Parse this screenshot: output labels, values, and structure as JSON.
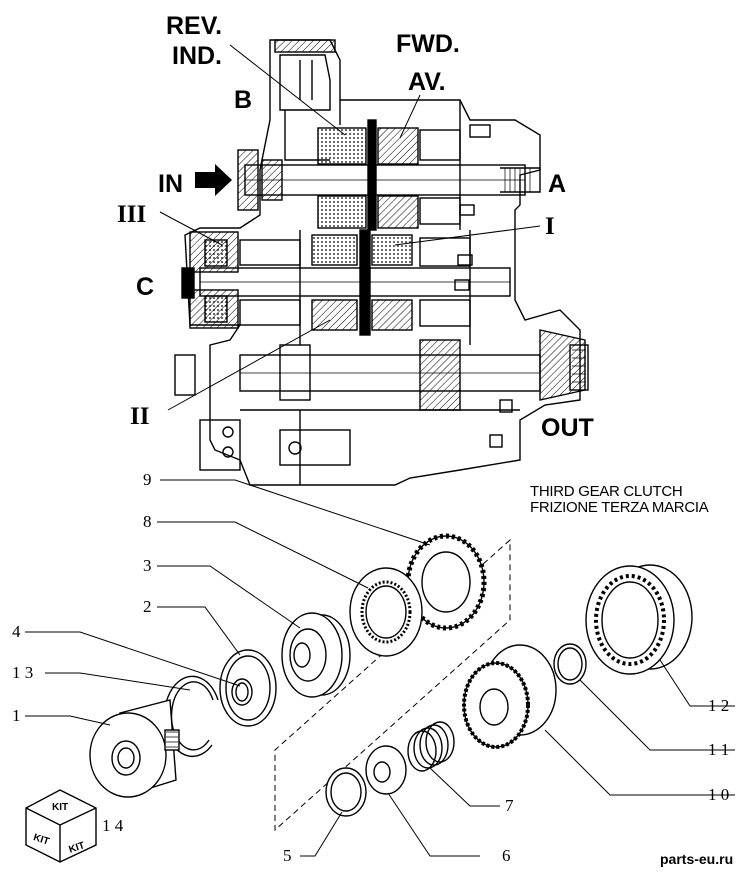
{
  "top_labels": {
    "rev_ind_1": "REV.",
    "rev_ind_2": "IND.",
    "fwd_av_1": "FWD.",
    "fwd_av_2": "AV.",
    "b": "B",
    "in": "IN",
    "a": "A",
    "iii": "III",
    "c": "C",
    "i": "I",
    "ii": "II",
    "out": "OUT"
  },
  "caption": {
    "line1": "THIRD GEAR CLUTCH",
    "line2": "FRIZIONE TERZA MARCIA"
  },
  "callouts": [
    "9",
    "8",
    "3",
    "2",
    "4",
    "1 3",
    "1",
    "1 2",
    "1 1",
    "1 0",
    "7",
    "6",
    "5",
    "1 4"
  ],
  "kit_text": "KIT",
  "watermark": "parts-eu.ru"
}
